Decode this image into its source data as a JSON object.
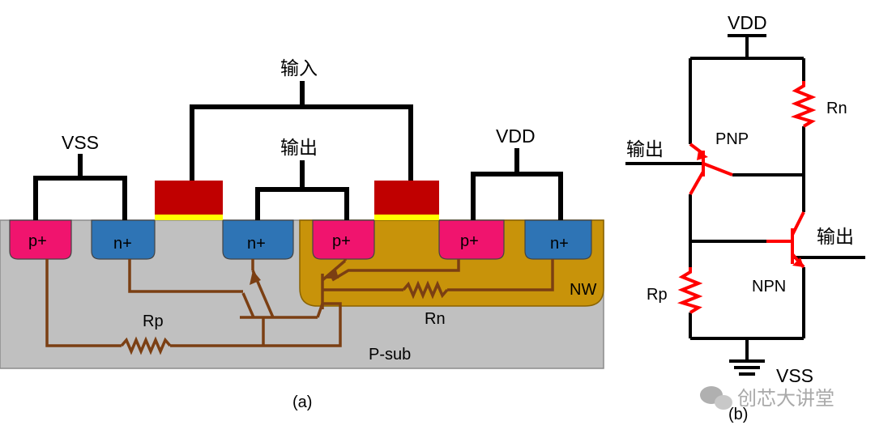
{
  "panel_a": {
    "caption": "(a)",
    "input_label": "输入",
    "output_label": "输出",
    "vss_label": "VSS",
    "vdd_label": "VDD",
    "wells": {
      "nw": "NW",
      "psub": "P-sub"
    },
    "regions": {
      "p_plus": "p+",
      "n_plus": "n+"
    },
    "resistors": {
      "rp": "Rp",
      "rn": "Rn"
    }
  },
  "panel_b": {
    "caption": "(b)",
    "vdd_label": "VDD",
    "vss_label": "VSS",
    "rn_label": "Rn",
    "rp_label": "Rp",
    "pnp_label": "PNP",
    "npn_label": "NPN",
    "output_left": "输出",
    "output_right": "输出"
  },
  "watermark": "创芯大讲堂",
  "colors": {
    "substrate": "#c0c0c0",
    "nwell": "#c8930a",
    "p_plus": "#f0146e",
    "n_plus": "#2e74b5",
    "gate": "#c00000",
    "oxide": "#ffff00",
    "parasitic": "#7b3f13",
    "schematic_red": "#ff0000"
  }
}
